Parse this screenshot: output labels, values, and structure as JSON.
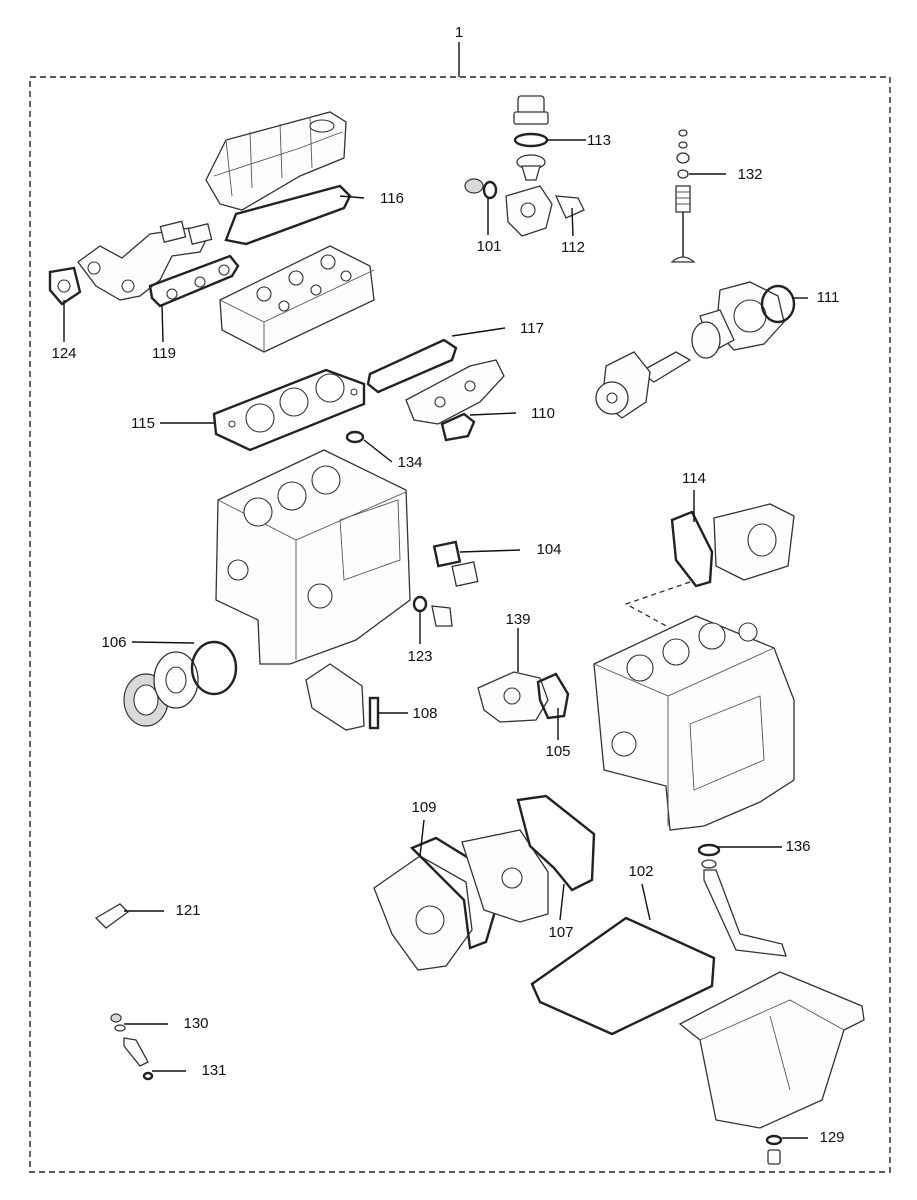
{
  "diagram": {
    "assembly_number": "1",
    "callouts": [
      {
        "id": "113",
        "label": "113"
      },
      {
        "id": "132",
        "label": "132"
      },
      {
        "id": "116",
        "label": "116"
      },
      {
        "id": "101",
        "label": "101"
      },
      {
        "id": "112",
        "label": "112"
      },
      {
        "id": "111",
        "label": "111"
      },
      {
        "id": "124",
        "label": "124"
      },
      {
        "id": "119",
        "label": "119"
      },
      {
        "id": "117",
        "label": "117"
      },
      {
        "id": "110",
        "label": "110"
      },
      {
        "id": "115",
        "label": "115"
      },
      {
        "id": "134",
        "label": "134"
      },
      {
        "id": "114",
        "label": "114"
      },
      {
        "id": "104",
        "label": "104"
      },
      {
        "id": "106",
        "label": "106"
      },
      {
        "id": "123",
        "label": "123"
      },
      {
        "id": "139",
        "label": "139"
      },
      {
        "id": "108",
        "label": "108"
      },
      {
        "id": "105",
        "label": "105"
      },
      {
        "id": "109",
        "label": "109"
      },
      {
        "id": "136",
        "label": "136"
      },
      {
        "id": "102",
        "label": "102"
      },
      {
        "id": "121",
        "label": "121"
      },
      {
        "id": "107",
        "label": "107"
      },
      {
        "id": "130",
        "label": "130"
      },
      {
        "id": "131",
        "label": "131"
      },
      {
        "id": "129",
        "label": "129"
      }
    ]
  }
}
